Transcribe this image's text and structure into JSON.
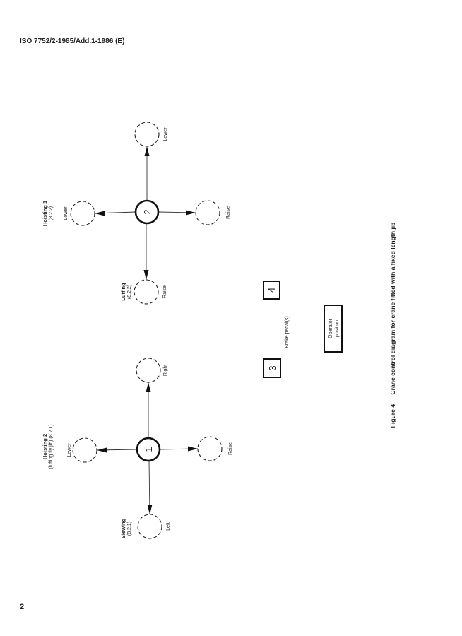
{
  "header": "ISO 7752/2-1985/Add.1-1986 (E)",
  "page_number": "2",
  "controller_2": {
    "number": "2",
    "hoisting_1": {
      "title": "Hoisting 1",
      "ref": "(8.2.2)"
    },
    "luffing": {
      "title": "Luffing",
      "ref": "(8.2.2)"
    },
    "top_label": "Lower",
    "left_label": "Lower",
    "right_label": "Raise",
    "bottom_label": "Raise"
  },
  "controller_1": {
    "number": "1",
    "hoisting_2": {
      "title": "Hoisting 2",
      "ref": "(luffing fly jib) (8.2.1)"
    },
    "slewing": {
      "title": "Slewing",
      "ref": "(8.2.1)"
    },
    "top_label": "Right",
    "left_label": "Lower",
    "right_label": "Raise",
    "bottom_label": "Left"
  },
  "pedals": {
    "pedal_3": "3",
    "pedal_4": "4",
    "label": "Brake pedal(s)"
  },
  "operator": {
    "line1": "Operator",
    "line2": "position"
  },
  "caption": "Figure 4 — Crane control diagram for crane fitted with a fixed length jib"
}
